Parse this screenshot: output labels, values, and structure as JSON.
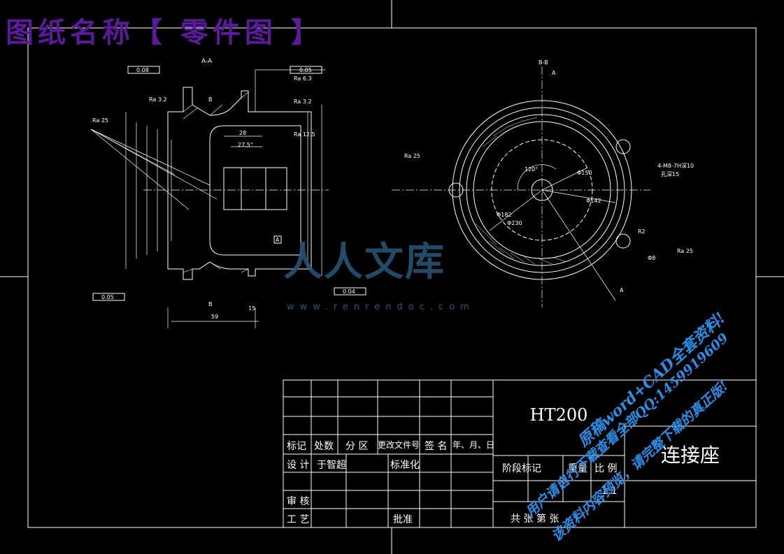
{
  "banner": "图纸名称【 零件图 】",
  "view_labels": {
    "section_aa": "A-A",
    "section_bb": "B-B",
    "cut_a": "A",
    "cut_b": "B"
  },
  "left_view_notes": {
    "tol1": "0.08",
    "tol2": "0.05",
    "tol3": "0.04",
    "tol4": "0.05",
    "ra1": "Ra 3.2",
    "ra2": "Ra 3.2",
    "ra3": "Ra 6.3",
    "ra4": "Ra 25",
    "ra5": "Ra 12.5",
    "dim_28": "28",
    "dim_angle": "27.5°",
    "dim_16": "15",
    "dim_59": "59",
    "datum_a": "A"
  },
  "right_view_notes": {
    "angle_120": "120°",
    "d150": "Φ150",
    "d142": "Φ142",
    "d182": "Φ182",
    "d230": "Φ230",
    "holes": "4-M8-7H深10",
    "holes2": "孔深15",
    "ra25": "Ra 25",
    "ra25b": "Ra 25",
    "r2": "R2",
    "d8": "Φ8"
  },
  "title_block": {
    "material": "HT200",
    "part_name": "连接座",
    "headers": [
      "标记",
      "处数",
      "分 区",
      "更改文件号",
      "签 名",
      "年、月、日"
    ],
    "design_label": "设 计",
    "designer": "于智超",
    "standardize": "标准化",
    "review": "审 核",
    "process": "工 艺",
    "approve": "批准",
    "stage_mark": "阶段标记",
    "weight": "重量",
    "scale_label": "比 例",
    "scale": "1:1",
    "sheets": "共    张  第    张"
  },
  "watermark": {
    "logo": "人人文库",
    "url": "www.renrendoc.com"
  },
  "promo": [
    "原稿word+CAD全套资料!",
    "用户请自行下载查看全部QQ:1459919609",
    "该资料内容预览，请完整下载的真正版!"
  ]
}
